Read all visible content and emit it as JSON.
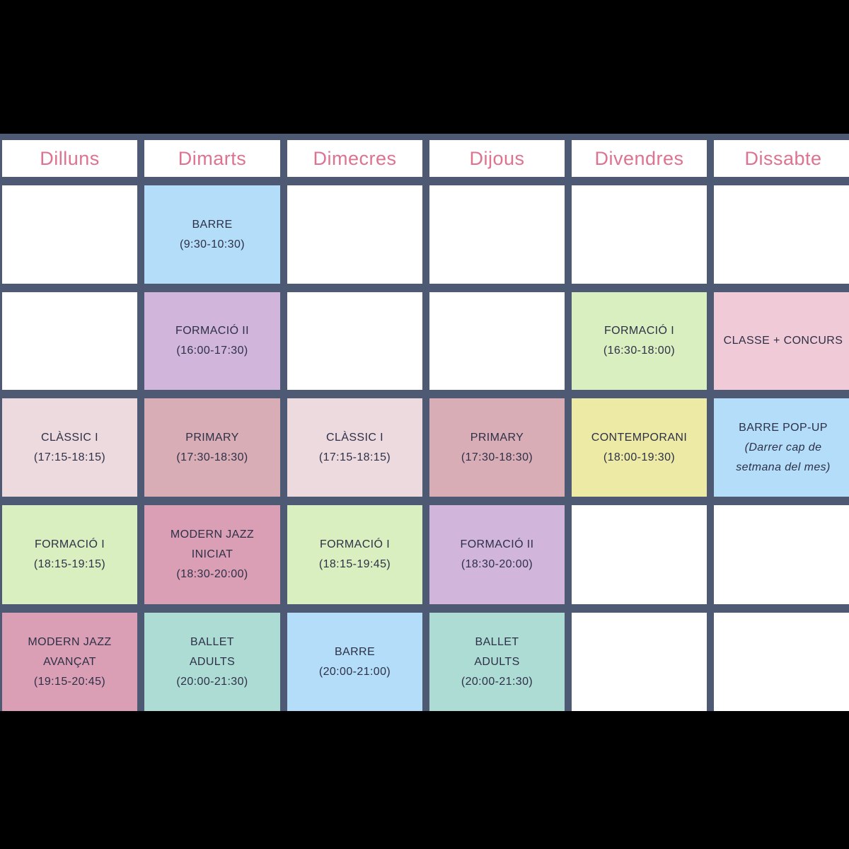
{
  "canvas": {
    "background": "#000000"
  },
  "schedule": {
    "grid_color": "#4e5a74",
    "cell_text_color": "#2d3047",
    "header": {
      "background": "#ffffff",
      "text_color": "#de7390",
      "days": [
        "Dilluns",
        "Dimarts",
        "Dimecres",
        "Dijous",
        "Divendres",
        "Dissabte"
      ]
    },
    "colors": {
      "empty": "#ffffff",
      "blue": "#b3ddf8",
      "lavender": "#d1b5da",
      "green": "#d9efbf",
      "pink": "#f1cad7",
      "pale_pink": "#eddade",
      "rose": "#d8adb5",
      "yellow": "#edeaa5",
      "magenta": "#da9fb5",
      "teal": "#addcd4"
    },
    "rows": [
      {
        "cells": [
          {
            "day": "Dilluns",
            "color": "empty",
            "lines": []
          },
          {
            "day": "Dimarts",
            "color": "blue",
            "lines": [
              {
                "text": "BARRE"
              },
              {
                "text": "(9:30-10:30)"
              }
            ]
          },
          {
            "day": "Dimecres",
            "color": "empty",
            "lines": []
          },
          {
            "day": "Dijous",
            "color": "empty",
            "lines": []
          },
          {
            "day": "Divendres",
            "color": "empty",
            "lines": []
          },
          {
            "day": "Dissabte",
            "color": "empty",
            "lines": []
          }
        ]
      },
      {
        "cells": [
          {
            "day": "Dilluns",
            "color": "empty",
            "lines": []
          },
          {
            "day": "Dimarts",
            "color": "lavender",
            "lines": [
              {
                "text": "FORMACIÓ II"
              },
              {
                "text": "(16:00-17:30)"
              }
            ]
          },
          {
            "day": "Dimecres",
            "color": "empty",
            "lines": []
          },
          {
            "day": "Dijous",
            "color": "empty",
            "lines": []
          },
          {
            "day": "Divendres",
            "color": "green",
            "lines": [
              {
                "text": "FORMACIÓ I"
              },
              {
                "text": "(16:30-18:00)"
              }
            ]
          },
          {
            "day": "Dissabte",
            "color": "pink",
            "lines": [
              {
                "text": "CLASSE + CONCURS"
              }
            ]
          }
        ]
      },
      {
        "cells": [
          {
            "day": "Dilluns",
            "color": "pale_pink",
            "lines": [
              {
                "text": "CLÀSSIC I"
              },
              {
                "text": "(17:15-18:15)"
              }
            ]
          },
          {
            "day": "Dimarts",
            "color": "rose",
            "lines": [
              {
                "text": "PRIMARY"
              },
              {
                "text": "(17:30-18:30)"
              }
            ]
          },
          {
            "day": "Dimecres",
            "color": "pale_pink",
            "lines": [
              {
                "text": "CLÀSSIC I"
              },
              {
                "text": "(17:15-18:15)"
              }
            ]
          },
          {
            "day": "Dijous",
            "color": "rose",
            "lines": [
              {
                "text": "PRIMARY"
              },
              {
                "text": "(17:30-18:30)"
              }
            ]
          },
          {
            "day": "Divendres",
            "color": "yellow",
            "lines": [
              {
                "text": "CONTEMPORANI"
              },
              {
                "text": "(18:00-19:30)"
              }
            ]
          },
          {
            "day": "Dissabte",
            "color": "blue",
            "lines": [
              {
                "text": "BARRE POP-UP"
              },
              {
                "text": "(Darrer cap de",
                "italic": true
              },
              {
                "text": "setmana del mes)",
                "italic": true
              }
            ]
          }
        ]
      },
      {
        "cells": [
          {
            "day": "Dilluns",
            "color": "green",
            "lines": [
              {
                "text": "FORMACIÓ I"
              },
              {
                "text": "(18:15-19:15)"
              }
            ]
          },
          {
            "day": "Dimarts",
            "color": "magenta",
            "lines": [
              {
                "text": "MODERN JAZZ"
              },
              {
                "text": "INICIAT"
              },
              {
                "text": "(18:30-20:00)"
              }
            ]
          },
          {
            "day": "Dimecres",
            "color": "green",
            "lines": [
              {
                "text": "FORMACIÓ I"
              },
              {
                "text": "(18:15-19:45)"
              }
            ]
          },
          {
            "day": "Dijous",
            "color": "lavender",
            "lines": [
              {
                "text": "FORMACIÓ II"
              },
              {
                "text": "(18:30-20:00)"
              }
            ]
          },
          {
            "day": "Divendres",
            "color": "empty",
            "lines": []
          },
          {
            "day": "Dissabte",
            "color": "empty",
            "lines": []
          }
        ]
      },
      {
        "cells": [
          {
            "day": "Dilluns",
            "color": "magenta",
            "lines": [
              {
                "text": "MODERN JAZZ"
              },
              {
                "text": "AVANÇAT"
              },
              {
                "text": "(19:15-20:45)"
              }
            ]
          },
          {
            "day": "Dimarts",
            "color": "teal",
            "lines": [
              {
                "text": "BALLET"
              },
              {
                "text": "ADULTS"
              },
              {
                "text": "(20:00-21:30)"
              }
            ]
          },
          {
            "day": "Dimecres",
            "color": "blue",
            "lines": [
              {
                "text": "BARRE"
              },
              {
                "text": "(20:00-21:00)"
              }
            ]
          },
          {
            "day": "Dijous",
            "color": "teal",
            "lines": [
              {
                "text": "BALLET"
              },
              {
                "text": "ADULTS"
              },
              {
                "text": "(20:00-21:30)"
              }
            ]
          },
          {
            "day": "Divendres",
            "color": "empty",
            "lines": []
          },
          {
            "day": "Dissabte",
            "color": "empty",
            "lines": []
          }
        ]
      }
    ]
  }
}
